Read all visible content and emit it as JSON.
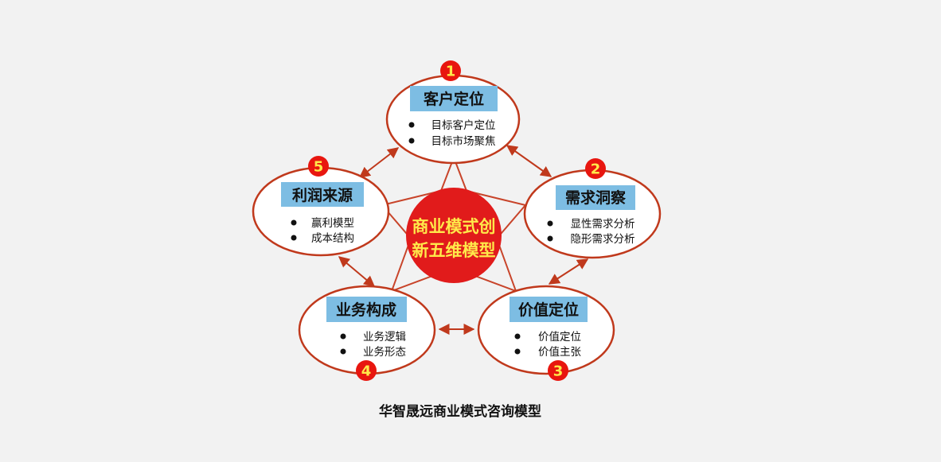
{
  "center": {
    "lines": [
      "商业模式创",
      "新五维模型"
    ]
  },
  "caption": "华智晟远商业模式咨询模型",
  "nodes": [
    {
      "number": "1",
      "title": "客户定位",
      "items": [
        "目标客户定位",
        "目标市场聚焦"
      ]
    },
    {
      "number": "2",
      "title": "需求洞察",
      "items": [
        "显性需求分析",
        "隐形需求分析"
      ]
    },
    {
      "number": "3",
      "title": "价值定位",
      "items": [
        "价值定位",
        "价值主张"
      ]
    },
    {
      "number": "4",
      "title": "业务构成",
      "items": [
        "业务逻辑",
        "业务形态"
      ]
    },
    {
      "number": "5",
      "title": "利润来源",
      "items": [
        "赢利模型",
        "成本结构"
      ]
    }
  ],
  "colors": {
    "ellipse_stroke": "#c0391c",
    "title_box": "#7dbde3",
    "center_fill": "#e11b1b",
    "star_stroke": "#c8442a",
    "arrow": "#c0391c",
    "badge_fill": "#e8160f",
    "badge_text": "#ffe94a"
  }
}
